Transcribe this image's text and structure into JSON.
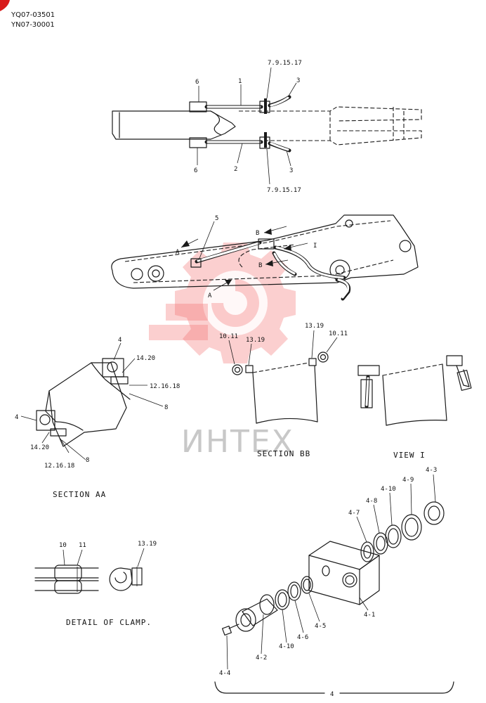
{
  "header": {
    "code_1": "YQ07-03501",
    "code_2": "YN07-30001"
  },
  "watermark": {
    "text": "ИНТЕХ",
    "logo": "gear-watermark",
    "color": "#f26b6b"
  },
  "top_view": {
    "callouts": {
      "top_left": "6",
      "top_hose": "1",
      "top_group": "7.9.15.17",
      "top_right": "3",
      "bottom_left": "6",
      "bottom_hose": "2",
      "bottom_right": "3",
      "bottom_group": "7.9.15.17"
    }
  },
  "side_view": {
    "callouts": {
      "part5": "5",
      "arrow_a_upper": "A",
      "arrow_a_lower": "A",
      "arrow_b_upper": "B",
      "arrow_b_lower": "B",
      "view_i": "I"
    }
  },
  "section_aa": {
    "caption": "SECTION AA",
    "callouts": {
      "upper_4": "4",
      "upper_14_20": "14.20",
      "upper_12_16_18": "12.16.18",
      "upper_8": "8",
      "lower_4": "4",
      "lower_14_20": "14.20",
      "lower_12_16_18": "12.16.18",
      "lower_8": "8"
    }
  },
  "section_bb": {
    "caption": "SECTION BB",
    "callouts": {
      "left_10_11": "10.11",
      "left_13_19": "13.19",
      "right_13_19": "13.19",
      "right_10_11": "10.11"
    }
  },
  "view_i": {
    "caption": "VIEW I"
  },
  "detail_clamp": {
    "caption": "DETAIL OF CLAMP.",
    "callouts": {
      "c10": "10",
      "c11": "11",
      "c13_19": "13.19"
    }
  },
  "swivel_assembly": {
    "callouts": {
      "p4_3": "4-3",
      "p4_9": "4-9",
      "p4_10_upper": "4-10",
      "p4_8": "4-8",
      "p4_7": "4-7",
      "p4_1": "4-1",
      "p4_5": "4-5",
      "p4_6": "4-6",
      "p4_10_lower": "4-10",
      "p4_2": "4-2",
      "p4_4": "4-4",
      "assembly": "4"
    }
  }
}
